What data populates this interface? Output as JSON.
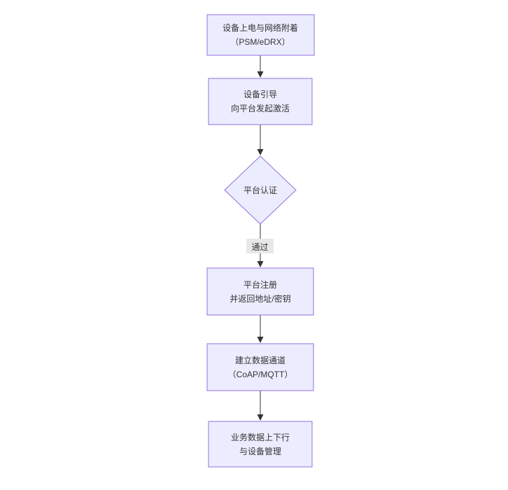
{
  "diagram": {
    "type": "flowchart",
    "direction": "top-down",
    "colors": {
      "node_fill": "#ECECFF",
      "node_border": "#9370DB",
      "node_text": "#333333",
      "arrow": "#333333",
      "edge_label_bg": "#e8e8e8",
      "background": "#ffffff"
    },
    "nodes": {
      "power_attach": {
        "line1": "设备上电与网络附着",
        "line2": "（PSM/eDRX）"
      },
      "bootstrap": {
        "line1": "设备引导",
        "line2": "向平台发起激活"
      },
      "auth": {
        "label": "平台认证",
        "shape": "diamond"
      },
      "register": {
        "line1": "平台注册",
        "line2": "并返回地址/密钥"
      },
      "channel": {
        "line1": "建立数据通道",
        "line2": "（CoAP/MQTT）"
      },
      "business": {
        "line1": "业务数据上下行",
        "line2": "与设备管理"
      }
    },
    "edges": {
      "auth_to_register_label": "通过"
    },
    "flow_order": [
      "power_attach",
      "bootstrap",
      "auth",
      "register",
      "channel",
      "business"
    ]
  }
}
